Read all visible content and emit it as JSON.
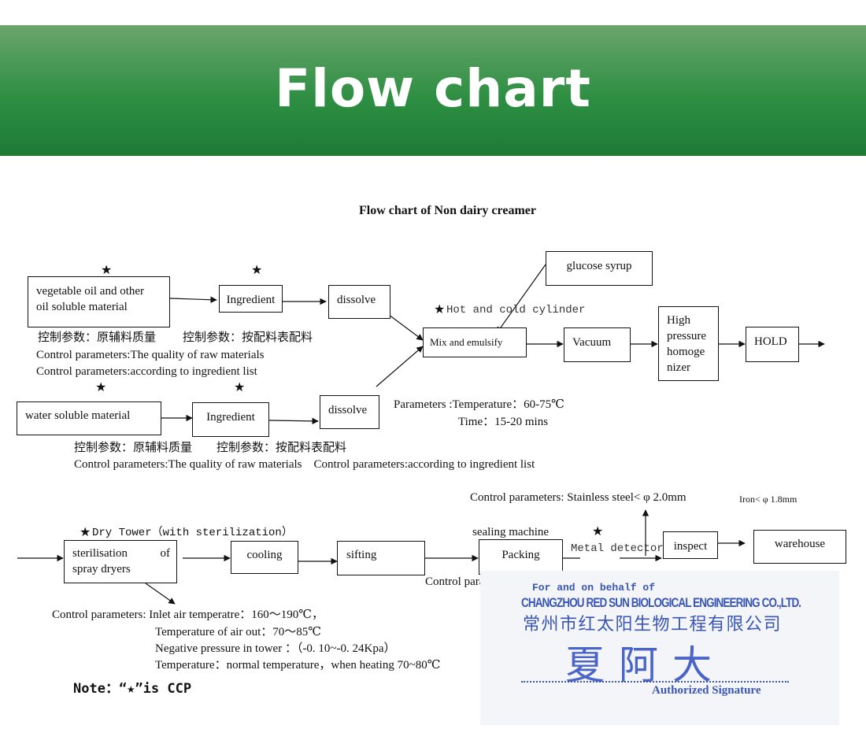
{
  "banner": {
    "title": "Flow chart"
  },
  "diagram": {
    "title": "Flow chart of Non dairy creamer",
    "nodes": {
      "vegetable_oil": [
        "vegetable oil and other",
        "oil soluble material"
      ],
      "ingredient_1": "Ingredient",
      "dissolve_1": "dissolve",
      "water_soluble": "water soluble material",
      "ingredient_2": "Ingredient",
      "dissolve_2": "dissolve",
      "glucose_syrup": "glucose syrup",
      "mix_emulsify": "Mix and emulsify",
      "vacuum": "Vacuum",
      "high_pressure": [
        "High",
        "pressure",
        "homoge",
        "nizer"
      ],
      "hold": "HOLD",
      "sterilisation": [
        "sterilisation of",
        "spray dryers"
      ],
      "cooling": "cooling",
      "sifting": "sifting",
      "packing": "Packing",
      "inspect": "inspect",
      "warehouse": "warehouse"
    },
    "ccp_mark": "★",
    "labels": {
      "hot_cold": "Hot and cold cylinder",
      "cn_1a": "控制参数：原辅料质量",
      "cn_1b": "控制参数：按配料表配料",
      "cp_quality_1": "Control parameters:The quality of raw materials",
      "cp_ingredient_1": "Control parameters:according to ingredient list",
      "cn_2a": "控制参数：原辅料质量",
      "cn_2b": "控制参数：按配料表配料",
      "cp_row2": "Control parameters:The quality of raw materials    Control parameters:according to ingredient list",
      "param_temp": "Parameters :Temperature：60-75℃",
      "param_time": "Time：15-20 mins",
      "stainless": "Control parameters: Stainless steel< φ 2.0mm",
      "iron": "Iron< φ 1.8mm",
      "dry_tower": "Dry Tower（with sterilization）",
      "sealing": "sealing machine",
      "metal_detector": "Metal detector",
      "packing_quality": "Control parameters:Packing quality/net content",
      "inlet_air": "Control parameters: Inlet air temperatre：160～190℃，",
      "air_out": "Temperature of air out：70～85℃",
      "neg_pressure": "Negative pressure in tower ：（-0. 10~-0. 24Kpa）",
      "temp_normal": "Temperature：normal temperature，when heating 70~80℃",
      "note": "Note：“★”is CCP"
    },
    "stamp": {
      "line1": "For and on behalf of",
      "line2": "CHANGZHOU RED SUN BIOLOGICAL ENGINEERING CO.,LTD.",
      "line3": "常州市红太阳生物工程有限公司",
      "signature": "夏阿大",
      "footer": "Authorized Signature"
    }
  },
  "colors": {
    "banner_top": "#6aa56c",
    "banner_bottom": "#1c7a35",
    "stamp_ink": "#3a56b4"
  }
}
